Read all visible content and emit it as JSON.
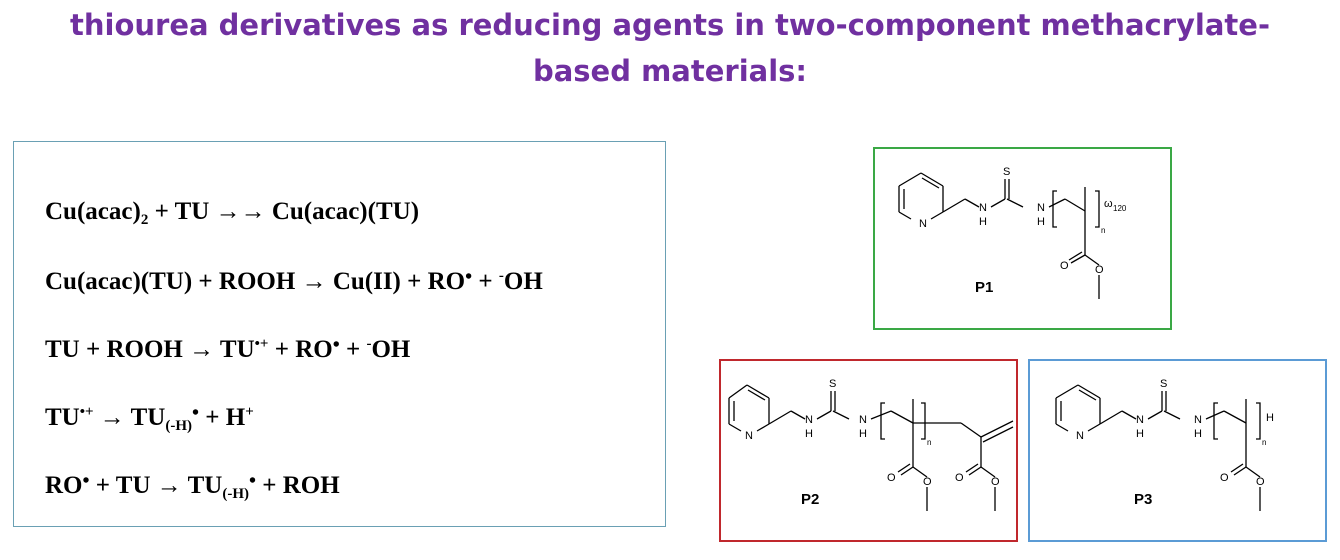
{
  "title": {
    "line1": "thiourea derivatives as reducing agents in two-component methacrylate-",
    "line2": "based materials:"
  },
  "equations": {
    "eq1": {
      "a": "Cu(acac)",
      "a_sub": "2",
      "b": " + TU →→ Cu(acac)(TU)"
    },
    "eq2": {
      "a": "Cu(acac)(TU) + ROOH → Cu(II) + RO",
      "dot": "•",
      "b": " + ",
      "sup": "-",
      "c": "OH"
    },
    "eq3": {
      "a": "TU + ROOH → TU",
      "sup1": "•+",
      "b": " + RO",
      "dot": "•",
      "c": " + ",
      "sup2": "-",
      "d": "OH"
    },
    "eq4": {
      "a": "TU",
      "sup1": "•+",
      "b": " → TU",
      "sub": "(-H)",
      "dot": "•",
      "c": " + H",
      "sup2": "+"
    },
    "eq5": {
      "a": "RO",
      "dot1": "•",
      "b": " + TU → TU",
      "sub": "(-H)",
      "dot2": "•",
      "c": " + ROH"
    }
  },
  "structures": {
    "p1": {
      "label": "P1",
      "S": "S",
      "N_ring": "N",
      "N": "N",
      "H": "H",
      "n": "n",
      "omega": "ω",
      "omega_sub": "120",
      "O": "O"
    },
    "p2": {
      "label": "P2",
      "S": "S",
      "N_ring": "N",
      "N": "N",
      "H": "H",
      "n": "n",
      "O": "O"
    },
    "p3": {
      "label": "P3",
      "S": "S",
      "N_ring": "N",
      "N": "N",
      "H": "H",
      "n": "n",
      "O": "O"
    }
  },
  "colors": {
    "title": "#7030a0",
    "equation_box_border": "#6aa0b4",
    "p1_border": "#3aa845",
    "p2_border": "#c0282d",
    "p3_border": "#5b9bd5"
  }
}
